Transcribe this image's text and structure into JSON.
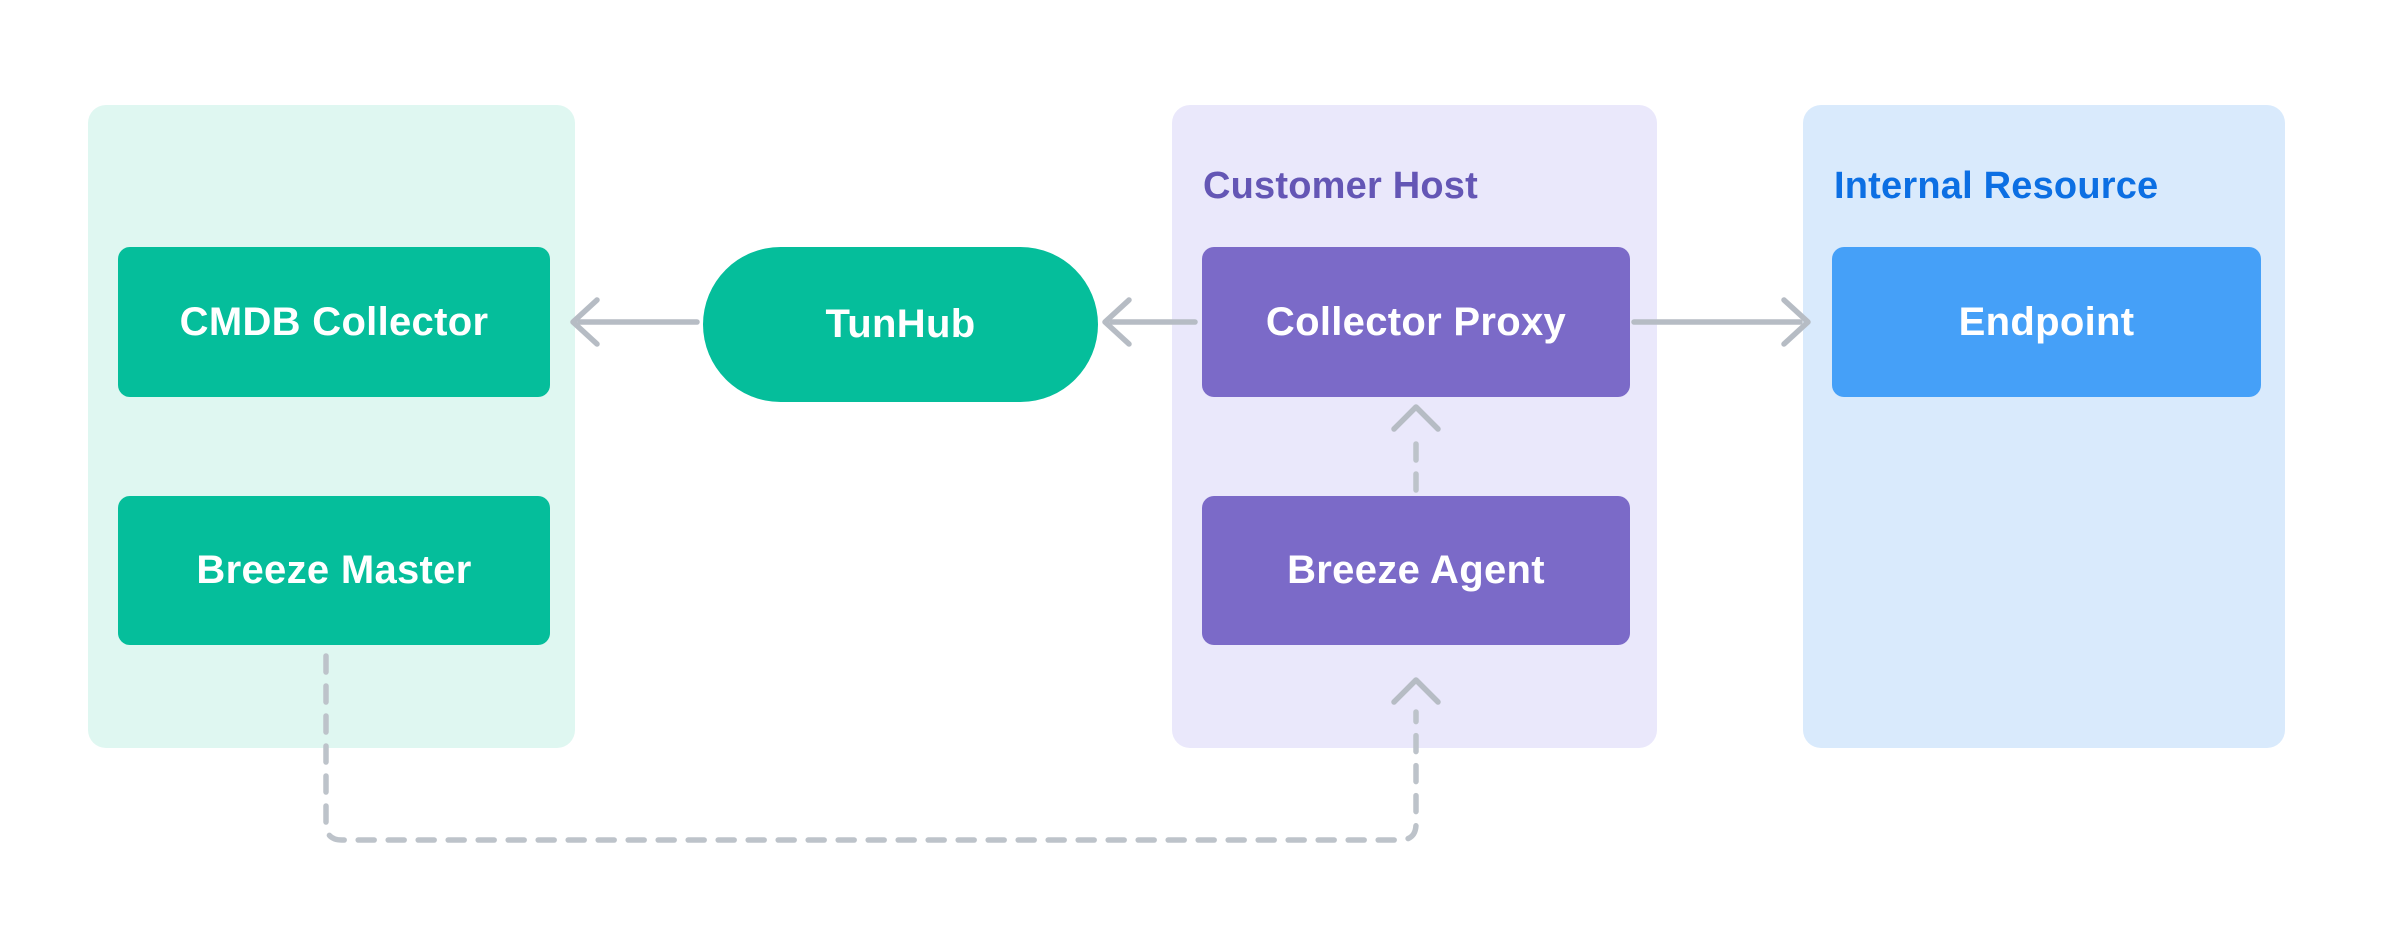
{
  "diagram": {
    "groups": {
      "breeze_platform": {
        "fill": "#DFF7F1"
      },
      "customer_host": {
        "label": "Customer Host",
        "label_color": "#6456B5",
        "fill": "#EAE8FB"
      },
      "internal_resource": {
        "label": "Internal Resource",
        "label_color": "#0C6FE3",
        "fill": "#D9EAFC"
      }
    },
    "nodes": {
      "cmdb_collector": {
        "label": "CMDB Collector",
        "fill": "#05BE9B",
        "text_color": "#FFFFFF",
        "shape": "rounded-rect"
      },
      "breeze_master": {
        "label": "Breeze Master",
        "fill": "#05BE9B",
        "text_color": "#FFFFFF",
        "shape": "rounded-rect"
      },
      "tunhub": {
        "label": "TunHub",
        "fill": "#05BE9B",
        "text_color": "#FFFFFF",
        "shape": "pill"
      },
      "collector_proxy": {
        "label": "Collector Proxy",
        "fill": "#7B6AC8",
        "text_color": "#FFFFFF",
        "shape": "rounded-rect"
      },
      "breeze_agent": {
        "label": "Breeze Agent",
        "fill": "#7B6AC8",
        "text_color": "#FFFFFF",
        "shape": "rounded-rect"
      },
      "endpoint": {
        "label": "Endpoint",
        "fill": "#45A0F8",
        "text_color": "#FFFFFF",
        "shape": "rounded-rect"
      }
    },
    "connectors": [
      {
        "from": "tunhub",
        "to": "cmdb_collector",
        "style": "solid",
        "arrow": "left",
        "color": "#B6BCC4"
      },
      {
        "from": "collector_proxy",
        "to": "tunhub",
        "style": "solid",
        "arrow": "left",
        "color": "#B6BCC4"
      },
      {
        "from": "collector_proxy",
        "to": "endpoint",
        "style": "solid",
        "arrow": "right",
        "color": "#B6BCC4"
      },
      {
        "from": "breeze_agent",
        "to": "collector_proxy",
        "style": "dashed",
        "arrow": "up",
        "color": "#BDC3CA"
      },
      {
        "from": "breeze_master",
        "to": "breeze_agent",
        "style": "dashed",
        "arrow": "up",
        "color": "#BDC3CA"
      }
    ]
  }
}
